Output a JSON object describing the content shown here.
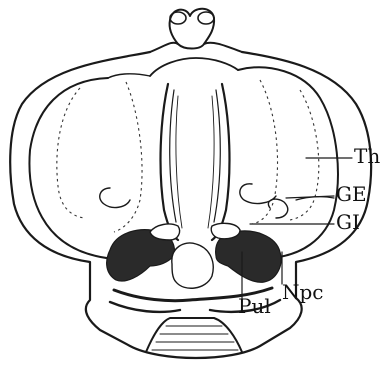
{
  "labels": {
    "th": "Th",
    "ge": "GE",
    "gi": "GI",
    "pul": "Pul",
    "npc": "Npc"
  }
}
